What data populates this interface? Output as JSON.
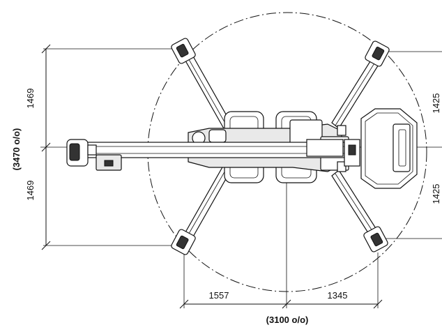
{
  "dimensions": {
    "left_outrigger_top": "1469",
    "left_outrigger_bottom": "1469",
    "total_width": "(3470 o/o)",
    "right_outrigger_top": "1425",
    "right_outrigger_bottom": "1425",
    "bottom_left": "1557",
    "bottom_right": "1345",
    "total_length": "(3100 o/o)"
  }
}
